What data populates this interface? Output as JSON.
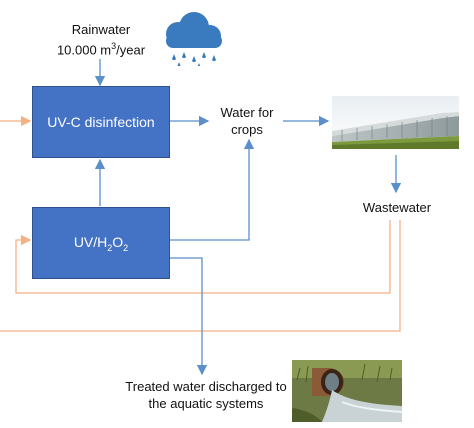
{
  "rain": {
    "label": "Rainwater",
    "amount": "10.000 m",
    "exp": "3",
    "unit": "/year"
  },
  "boxes": {
    "uvc": "UV-C disinfection",
    "uvh2o2": {
      "base": "UV/H",
      "sub1": "2",
      "mid": "O",
      "sub2": "2"
    }
  },
  "labels": {
    "water_for_crops_line1": "Water for",
    "water_for_crops_line2": "crops",
    "wastewater": "Wastewater",
    "treated_line1": "Treated water discharged to",
    "treated_line2": "the aquatic systems"
  },
  "icons": [
    "rain-cloud-icon",
    "greenhouse-image",
    "discharge-pipe-image"
  ],
  "colors": {
    "box": "#4472c4",
    "arrow_blue": "#5b8fc9",
    "arrow_orange": "#f4b183",
    "cloud": "#3a7bbf"
  }
}
